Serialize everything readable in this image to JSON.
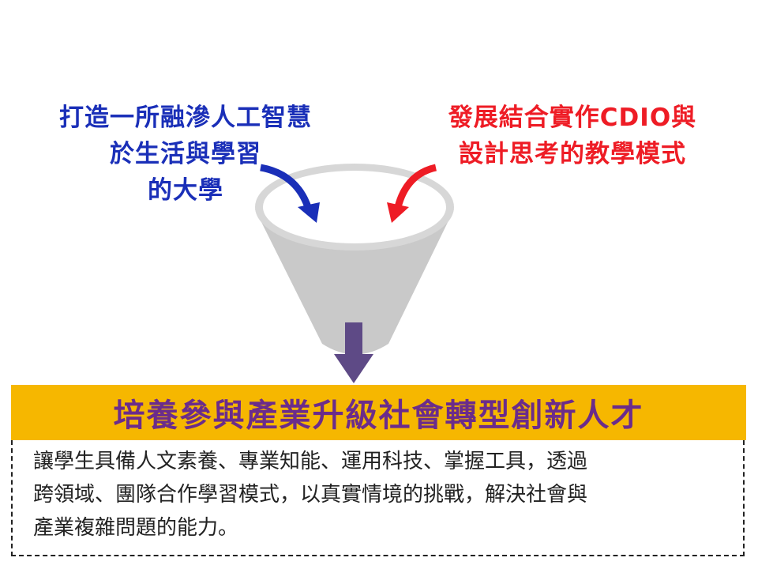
{
  "left_goal": {
    "lines": [
      "打造一所融滲人工智慧",
      "於生活與學習",
      "的大學"
    ],
    "color": "#1a2fb8"
  },
  "right_goal": {
    "lines": [
      "發展結合實作CDIO與",
      "設計思考的教學模式"
    ],
    "color": "#ee1c25"
  },
  "funnel": {
    "color": "#c8c8c8",
    "arrow_down_color": "#5e4a86"
  },
  "banner": {
    "title": "培養參與產業升級社會轉型創新人才",
    "background": "#f6b700",
    "text_color": "#6b2c8b"
  },
  "description": {
    "lines": [
      "讓學生具備人文素養、專業知能、運用科技、掌握工具，透過",
      "跨領域、團隊合作學習模式，以真實情境的挑戰，解決社會與",
      "產業複雜問題的能力。"
    ]
  }
}
